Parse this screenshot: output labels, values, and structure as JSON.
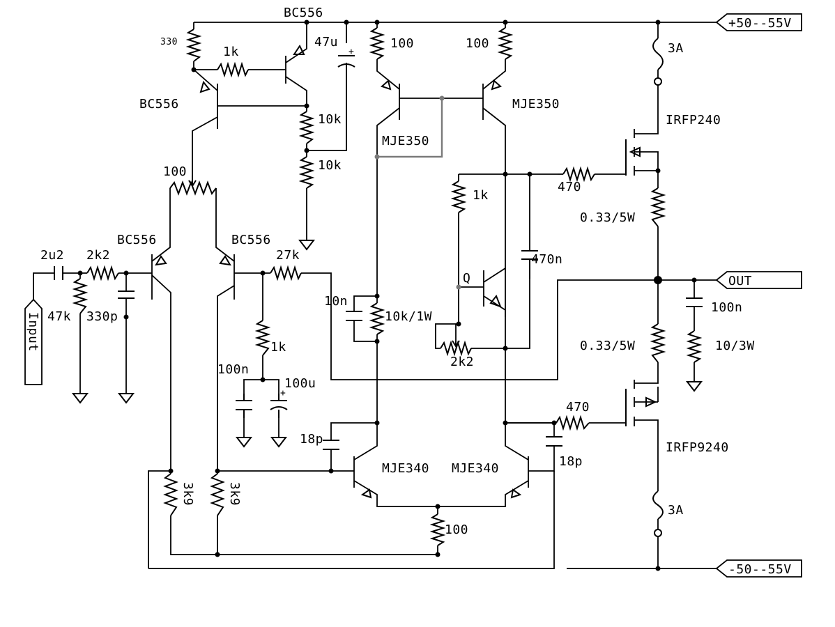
{
  "ports": {
    "vplus": "+50--55V",
    "vminus": "-50--55V",
    "out": "OUT",
    "input": "Input"
  },
  "labels": {
    "bc556_top": "BC556",
    "bc556_mid": "BC556",
    "bc556_left": "BC556",
    "bc556_right": "BC556",
    "mje350_left": "MJE350",
    "mje350_right": "MJE350",
    "mje340_left": "MJE340",
    "mje340_right": "MJE340",
    "irfp240": "IRFP240",
    "irfp9240": "IRFP9240",
    "node_q": "Q"
  },
  "values": {
    "r330": "330",
    "r1k_top": "1k",
    "c47u": "47u",
    "r10k_a": "10k",
    "r10k_b": "10k",
    "r100_e1": "100",
    "r100_e2": "100",
    "trim100": "100",
    "fuse_top": "3A",
    "fuse_bottom": "3A",
    "r470_top": "470",
    "r470_bottom": "470",
    "r1k_vbe": "1k",
    "r033_top": "0.33/5W",
    "r033_bottom": "0.33/5W",
    "c470n": "470n",
    "c2u2": "2u2",
    "r2k2": "2k2",
    "r47k": "47k",
    "c330p": "330p",
    "r27k": "27k",
    "r1k_fb": "1k",
    "c100n_fb": "100n",
    "c100u": "100u",
    "c10n": "10n",
    "r10k1w": "10k/1W",
    "trim2k2": "2k2",
    "c100n_out": "100n",
    "r10_3w": "10/3W",
    "c18p_left": "18p",
    "c18p_right": "18p",
    "r3k9_a": "3k9",
    "r3k9_b": "3k9",
    "r100_tail": "100"
  }
}
